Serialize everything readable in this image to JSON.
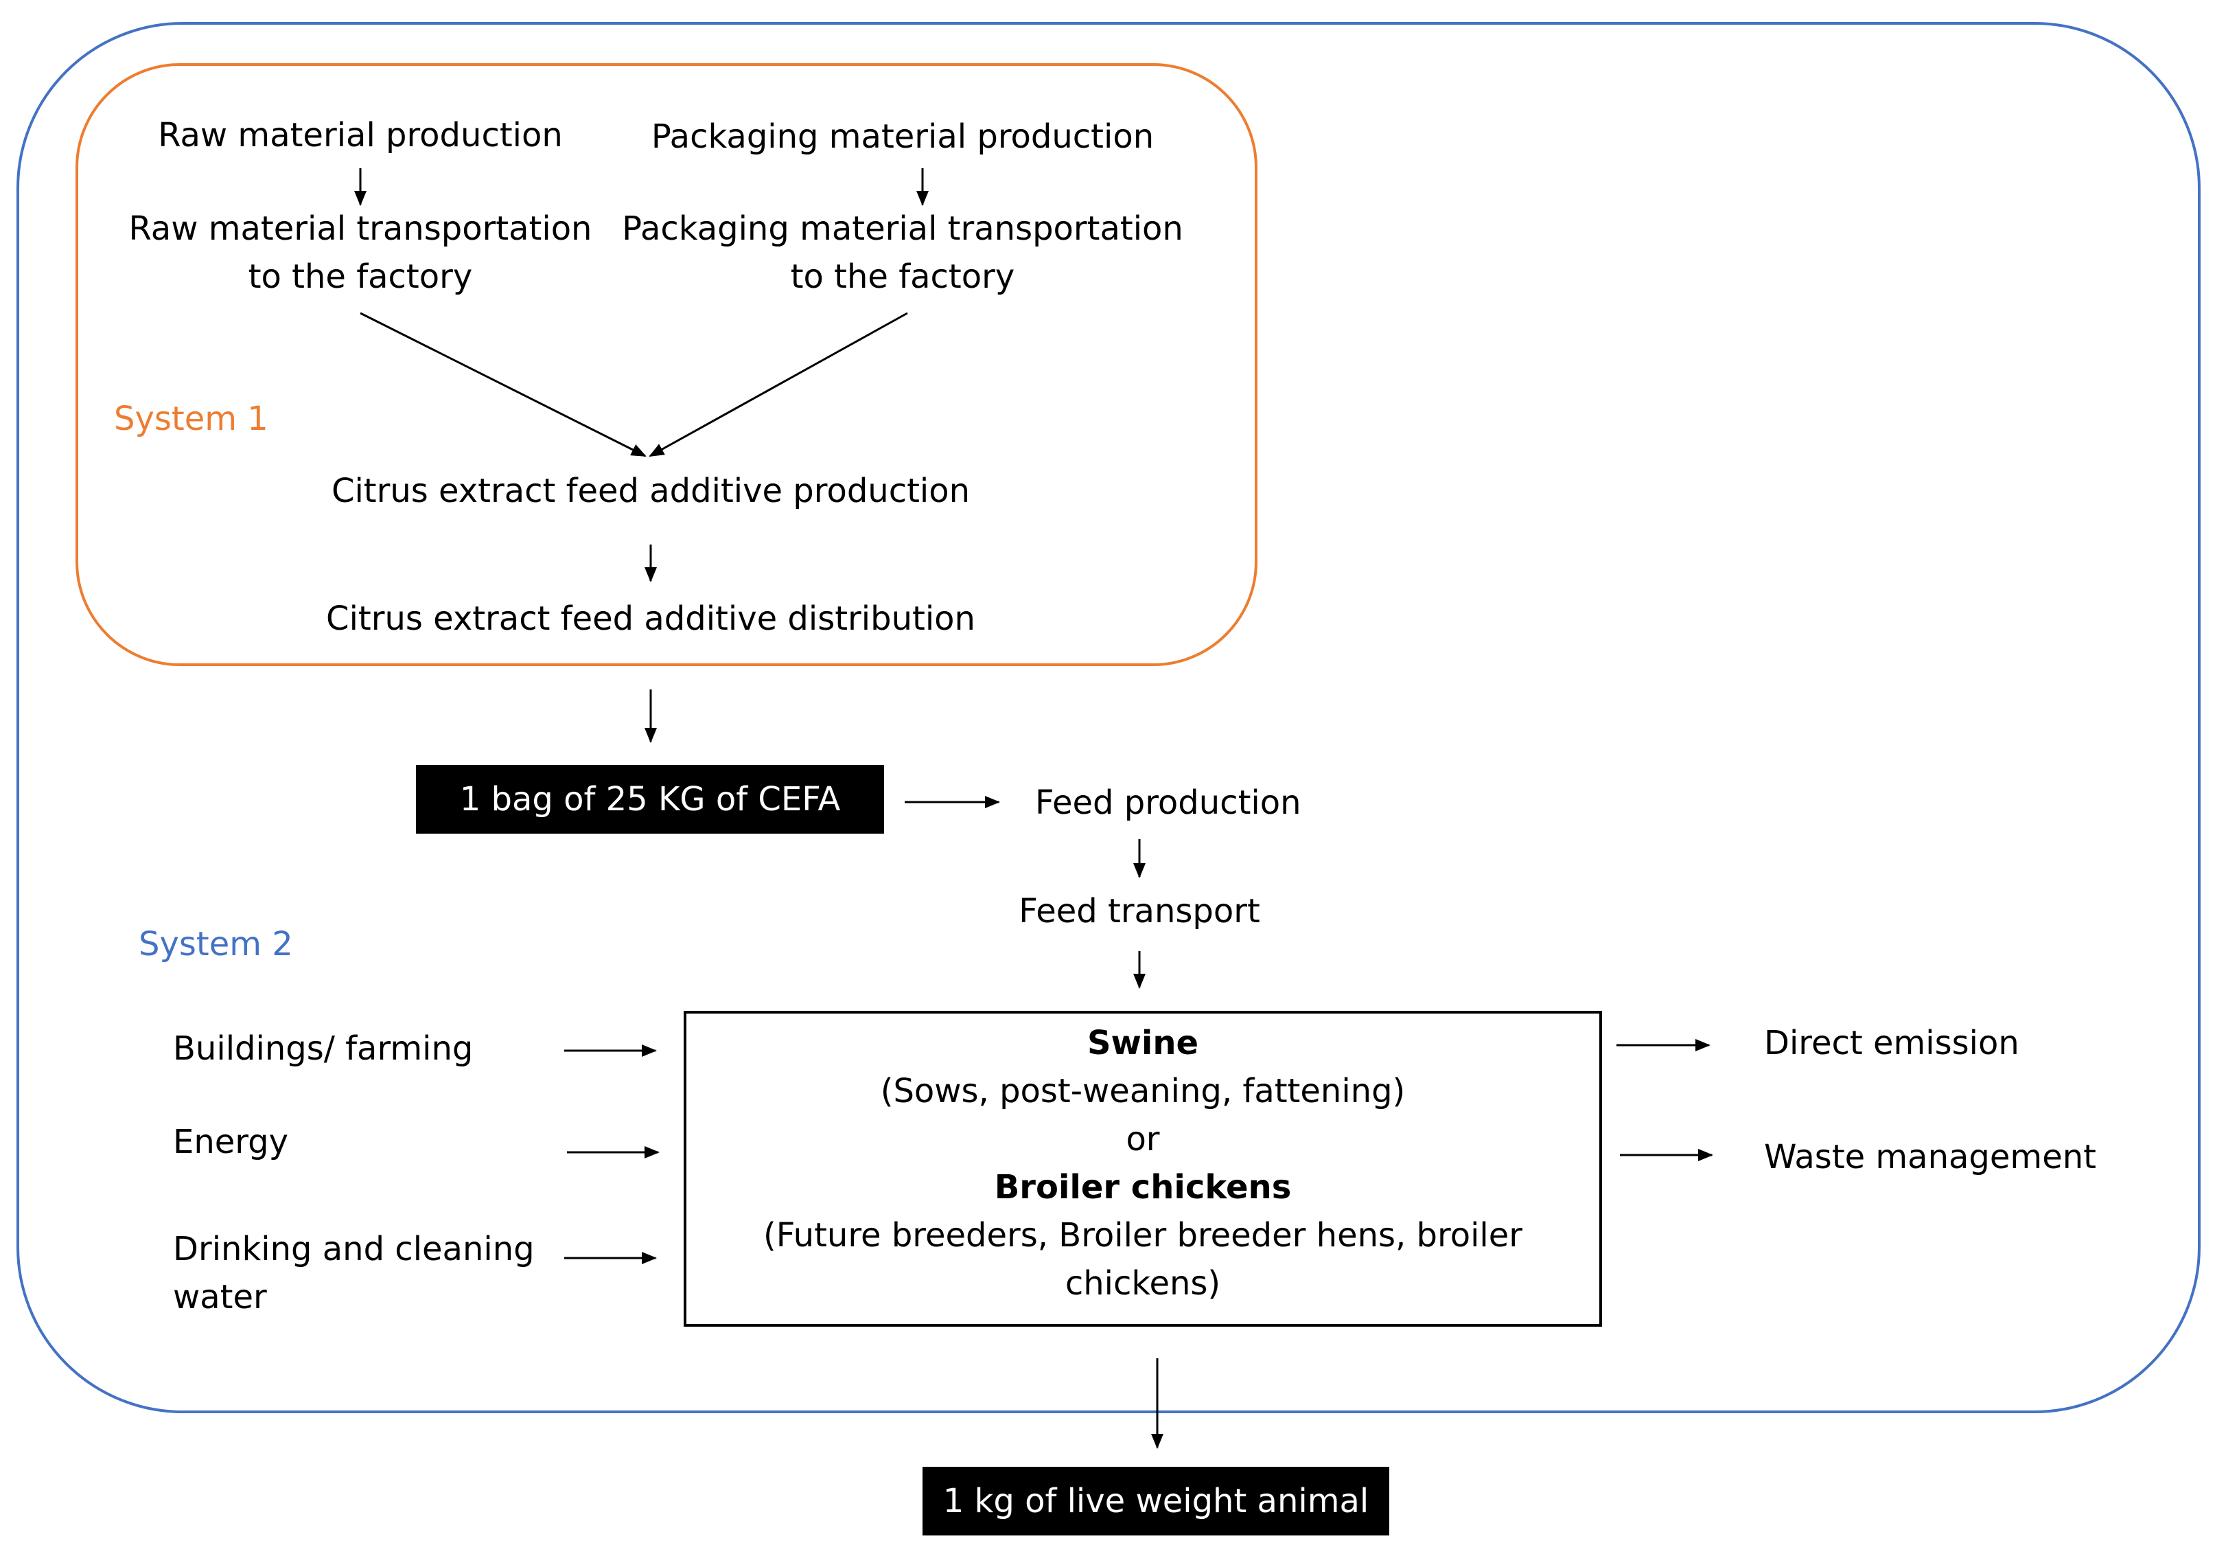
{
  "system1": {
    "label": "System 1",
    "color": "#ed7d31",
    "raw_production": "Raw material production",
    "raw_transport_line1": "Raw material transportation",
    "raw_transport_line2": "to the factory",
    "pack_production": "Packaging material production",
    "pack_transport_line1": "Packaging material transportation",
    "pack_transport_line2": "to the factory",
    "additive_production": "Citrus extract feed additive production",
    "additive_distribution": "Citrus extract feed additive distribution"
  },
  "bag_box": "1 bag of 25 KG of CEFA",
  "system2": {
    "label": "System 2",
    "color": "#4472c4",
    "feed_production": "Feed production",
    "feed_transport": "Feed transport",
    "inputs": {
      "buildings": "Buildings/ farming",
      "energy": "Energy",
      "water_line1": "Drinking and cleaning",
      "water_line2": "water"
    },
    "animal_box": {
      "swine": "Swine",
      "swine_detail": "(Sows, post-weaning, fattening)",
      "or": "or",
      "broiler": "Broiler chickens",
      "broiler_detail_line1": "(Future breeders, Broiler breeder hens, broiler",
      "broiler_detail_line2": "chickens)"
    },
    "outputs": {
      "direct_emission": "Direct emission",
      "waste_management": "Waste management"
    }
  },
  "result_box": "1 kg of live weight animal"
}
